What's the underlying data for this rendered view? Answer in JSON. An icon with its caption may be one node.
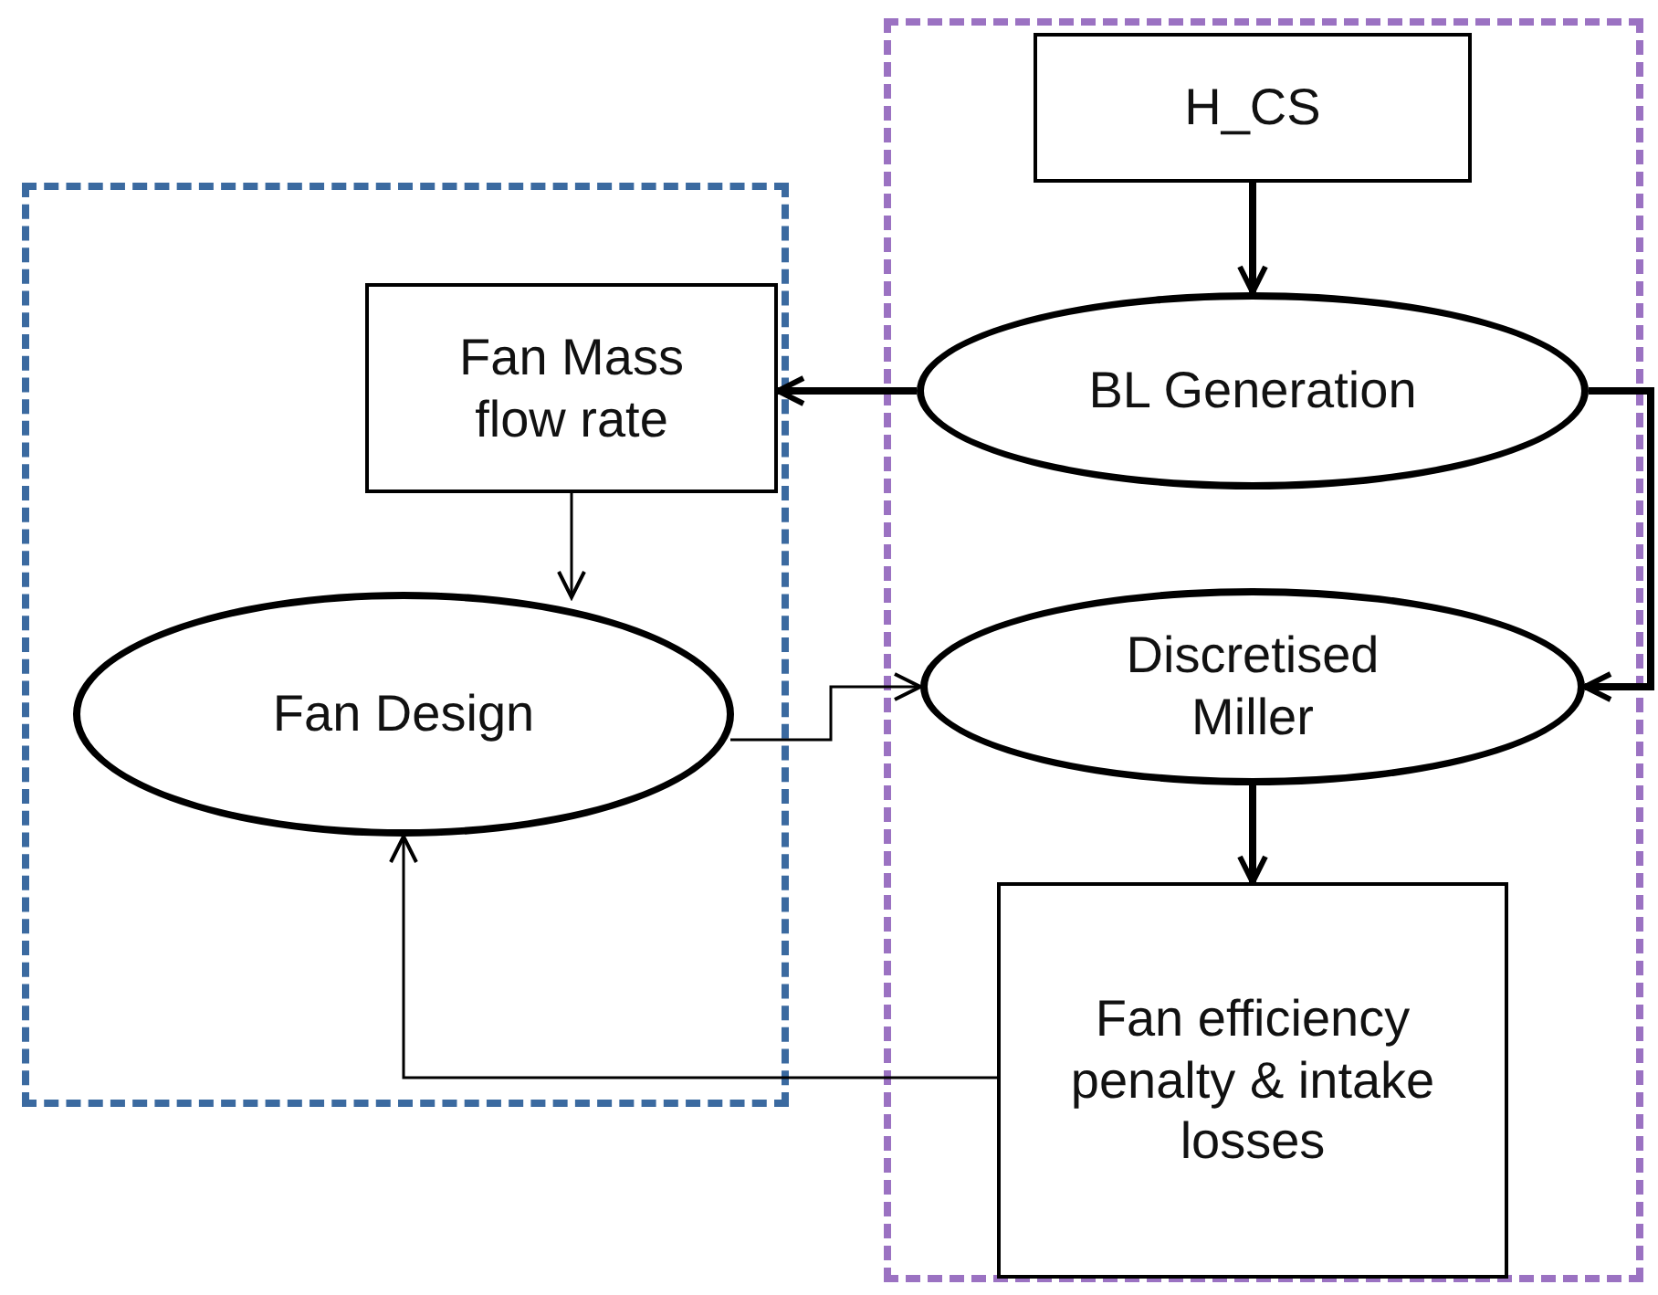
{
  "diagram": {
    "nodes": [
      {
        "text": [],
        "shape": "box"
      },
      {
        "text": [
          "Fan Mass flow rate"
        ],
        "in": 0
      },
      {
        "text": [
          "Fan Design"
        ],
        "in": 0
      },
      {
        "text": [],
        "shape": "box"
      },
      {
        "text": [
          "H_CS"
        ],
        "in": 3
      },
      {
        "text": [
          "BL Generation"
        ],
        "in": 3
      },
      {
        "text": [
          "Discretised Miller"
        ],
        "in": 3
      },
      {
        "text": [
          "Fan efficiency penalty & intake losses"
        ],
        "in": 3
      }
    ],
    "edges": [
      {
        "from": 4,
        "to": 5,
        "arrow": "to"
      },
      {
        "from": 5,
        "to": 1,
        "arrow": "to"
      },
      {
        "from": 1,
        "to": 2,
        "arrow": "to"
      },
      {
        "from": 5,
        "to": 6,
        "arrow": "to"
      },
      {
        "from": 2,
        "to": 6,
        "arrow": "to"
      },
      {
        "from": 6,
        "to": 7,
        "arrow": "to"
      },
      {
        "from": 7,
        "to": 2,
        "arrow": "to"
      }
    ]
  }
}
